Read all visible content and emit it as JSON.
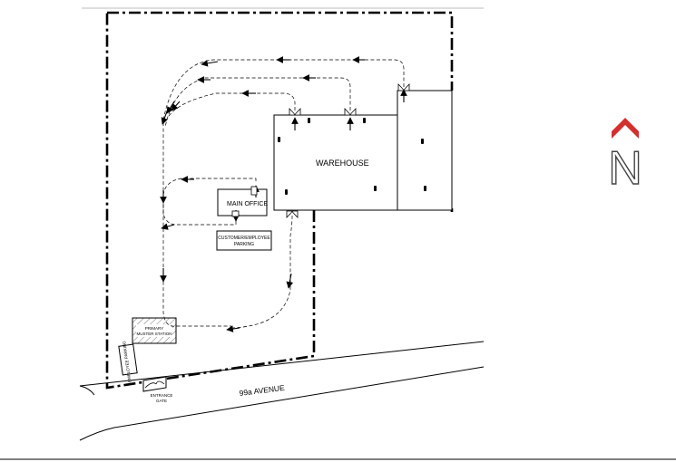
{
  "labels": {
    "warehouse": "WAREHOUSE",
    "main_office": "MAIN OFFICE",
    "parking_line1": "CUSTOMER/EMPLOYEE",
    "parking_line2": "PARKING",
    "muster_line1": "PRIMARY",
    "muster_line2": "MUSTER STATION",
    "employee_parking": "EMPLOYEE PARKING",
    "entrance_line1": "ENTRANCE",
    "entrance_line2": "GATE",
    "street": "99a AVENUE"
  },
  "north_label": "N",
  "colors": {
    "line": "#000000",
    "north_arrow": "#d32f2f",
    "north_letter": "#444444"
  },
  "icons": {
    "north": "north-arrow-icon",
    "exit": "exit-door-icon",
    "extinguisher": "fire-extinguisher-icon",
    "arrow": "route-arrow-icon"
  }
}
